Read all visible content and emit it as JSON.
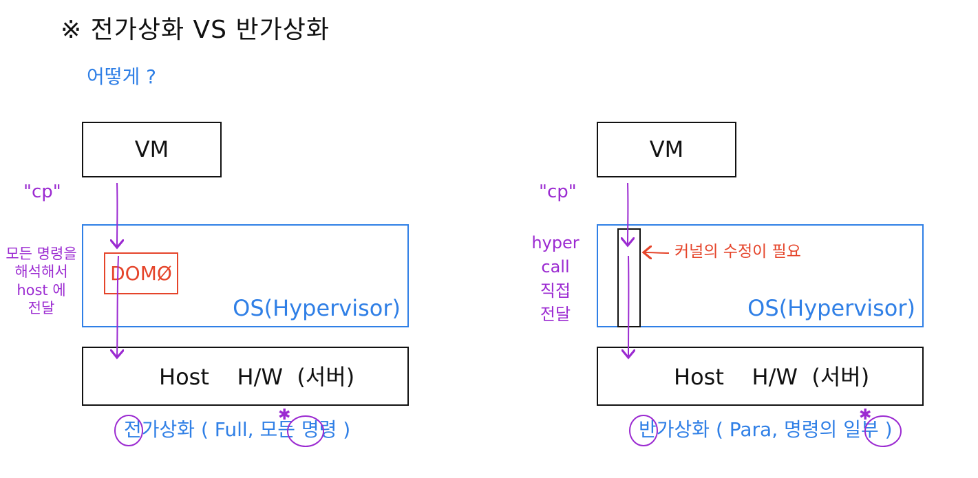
{
  "colors": {
    "ink": "#111111",
    "blue": "#2f7fe6",
    "purple": "#9b2ad1",
    "red": "#e5442a"
  },
  "title": "※ 전가상화 VS 반가상화",
  "question": "어떻게 ?",
  "full": {
    "vm_label": "VM",
    "cmd_label": "\"cp\"",
    "side_note": "모든 명령을\n해석해서\nhost 에\n전달",
    "dom0_label": "DOMØ",
    "os_label": "OS(Hypervisor)",
    "host_label": "Host    H/W  (서버)",
    "caption": "전가상화 ( Full, 모든 명령 )"
  },
  "para": {
    "vm_label": "VM",
    "cmd_label": "\"cp\"",
    "side_note": "hyper\ncall\n직접\n전달",
    "kernel_note": "커널의 수정이 필요",
    "os_label": "OS(Hypervisor)",
    "host_label": "Host    H/W  (서버)",
    "caption": "반가상화 ( Para, 명령의 일부 )"
  }
}
